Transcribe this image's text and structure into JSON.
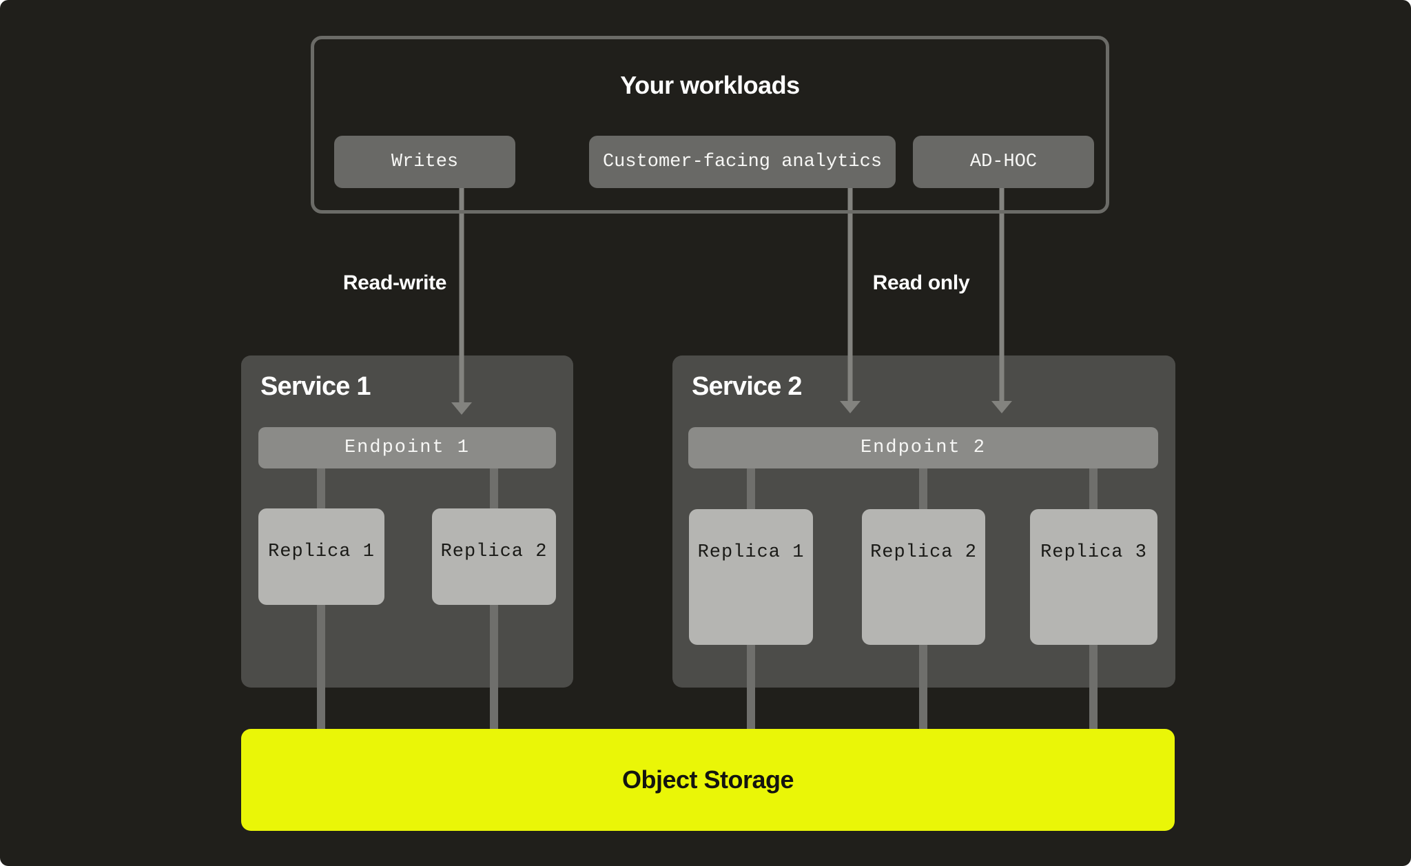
{
  "workloads": {
    "title": "Your workloads",
    "items": [
      {
        "label": "Writes"
      },
      {
        "label": "Customer-facing analytics"
      },
      {
        "label": "AD-HOC"
      }
    ]
  },
  "edges": {
    "read_write": "Read-write",
    "read_only": "Read only"
  },
  "services": [
    {
      "title": "Service 1",
      "endpoint": "Endpoint 1",
      "replicas": [
        "Replica 1",
        "Replica 2"
      ]
    },
    {
      "title": "Service 2",
      "endpoint": "Endpoint 2",
      "replicas": [
        "Replica 1",
        "Replica 2",
        "Replica 3"
      ]
    }
  ],
  "storage": {
    "label": "Object Storage"
  },
  "colors": {
    "canvas_bg": "#201f1b",
    "outline_gray": "#6b6b67",
    "chip_bg": "#696966",
    "service_bg": "#4c4c49",
    "endpoint_bg": "#8b8b88",
    "replica_bg": "#b5b5b2",
    "connector_gray": "#6f6f6c",
    "arrow_gray": "#83837f",
    "storage_yellow": "#eaf607",
    "text_light": "#ffffff",
    "text_dark": "#1a1a17"
  }
}
